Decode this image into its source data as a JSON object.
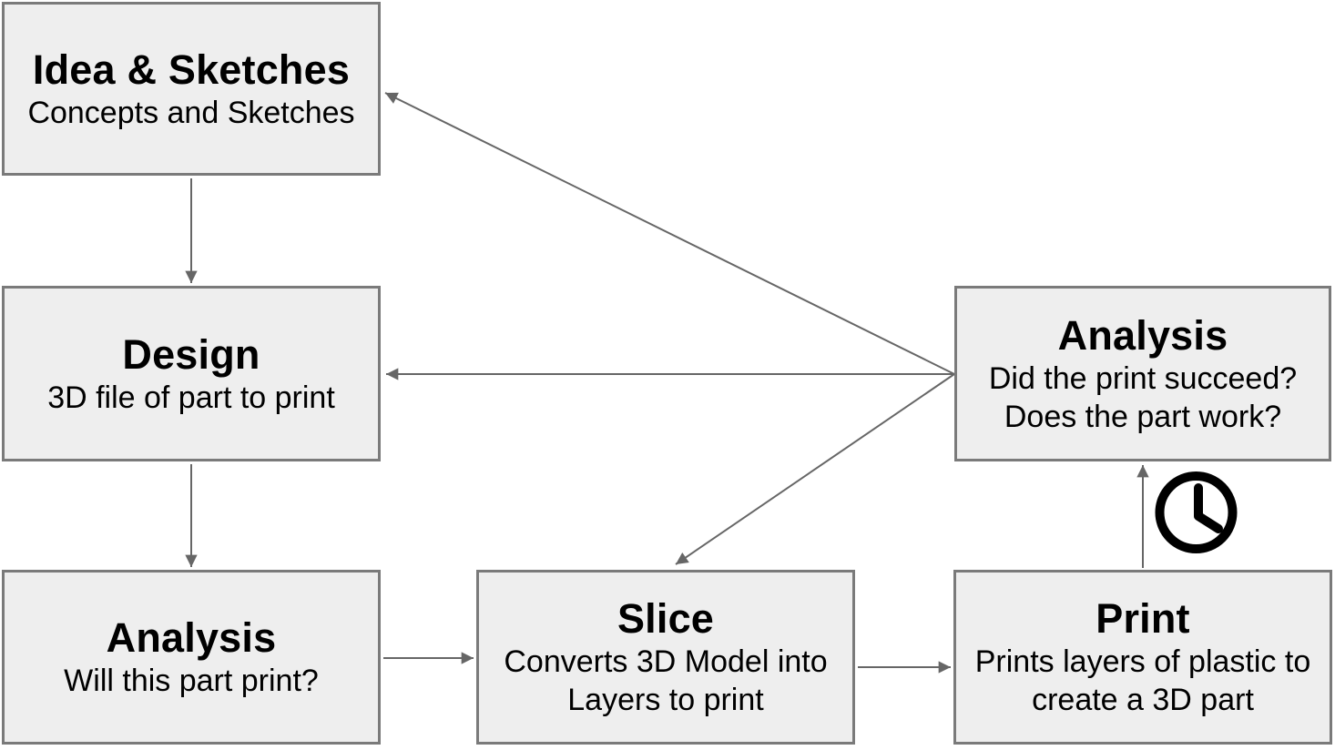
{
  "diagram": {
    "title": "3D printing design workflow flowchart",
    "colors": {
      "node_fill": "#eeeeee",
      "node_border": "#7a7a7a",
      "arrow": "#666666",
      "text": "#000000",
      "background": "#ffffff",
      "clock": "#000000"
    },
    "nodes": {
      "idea": {
        "id": "idea-sketches",
        "title": "Idea & Sketches",
        "subtitle": "Concepts and Sketches"
      },
      "design": {
        "id": "design",
        "title": "Design",
        "subtitle": "3D file of part to print"
      },
      "analysis1": {
        "id": "analysis-pre-print",
        "title": "Analysis",
        "subtitle": "Will this part print?"
      },
      "slice": {
        "id": "slice",
        "title": "Slice",
        "subtitle": "Converts 3D Model into Layers to print"
      },
      "print": {
        "id": "print",
        "title": "Print",
        "subtitle": "Prints layers of plastic to create a 3D part"
      },
      "analysis2": {
        "id": "analysis-post-print",
        "title": "Analysis",
        "subtitle": "Did the print succeed? Does the part work?"
      }
    },
    "edges": [
      {
        "from": "idea-sketches",
        "to": "design"
      },
      {
        "from": "design",
        "to": "analysis-pre-print"
      },
      {
        "from": "analysis-pre-print",
        "to": "slice"
      },
      {
        "from": "slice",
        "to": "print"
      },
      {
        "from": "print",
        "to": "analysis-post-print",
        "icon": "clock-icon"
      },
      {
        "from": "analysis-post-print",
        "to": "design"
      },
      {
        "from": "analysis-post-print",
        "to": "idea-sketches"
      },
      {
        "from": "analysis-post-print",
        "to": "slice"
      }
    ],
    "icons": {
      "clock": "clock-icon"
    }
  }
}
